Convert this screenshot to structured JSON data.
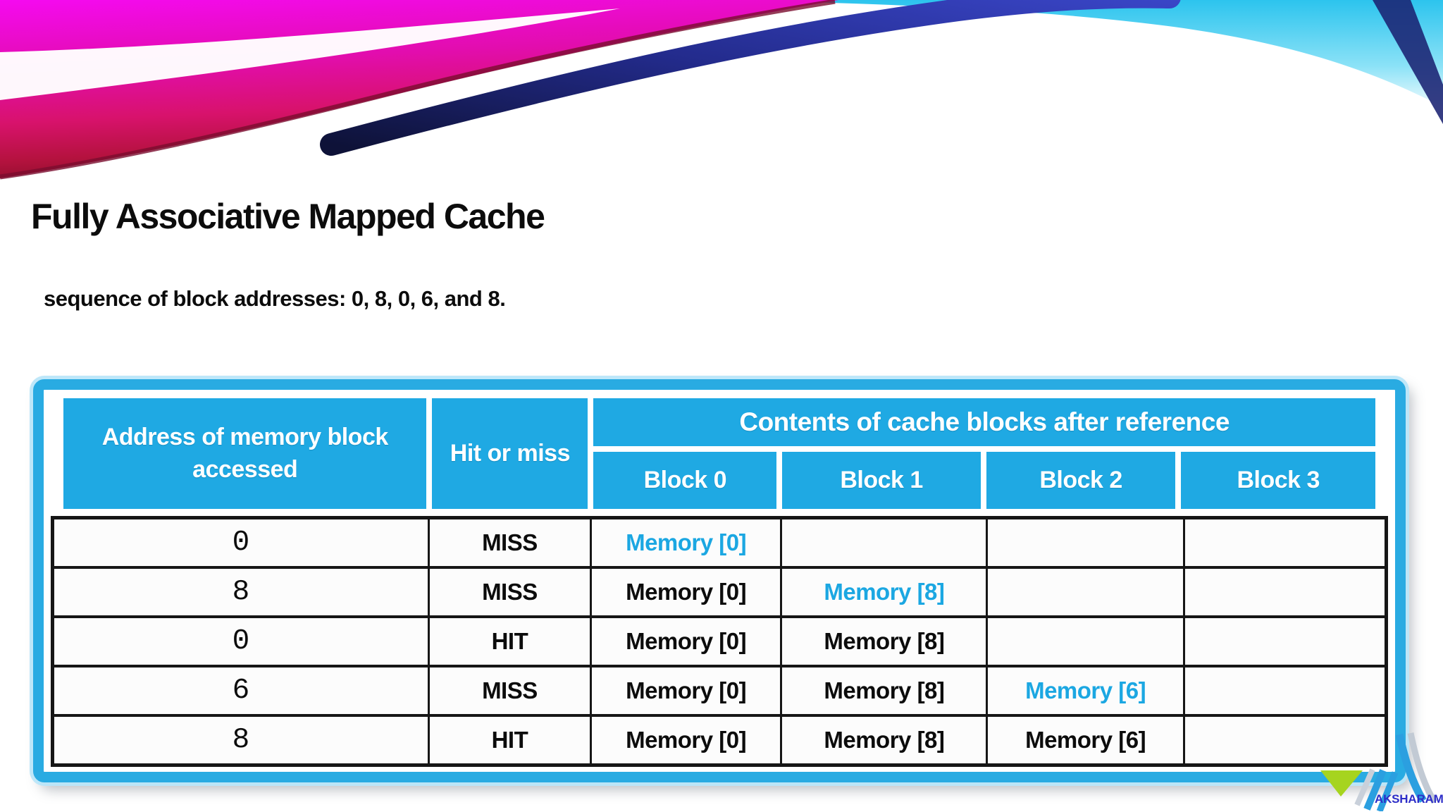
{
  "slide": {
    "title": "Fully Associative Mapped Cache",
    "subtitle": "sequence of block addresses: 0, 8, 0, 6, and 8."
  },
  "table": {
    "header": {
      "address_label": "Address of memory block accessed",
      "hit_label": "Hit or miss",
      "contents_label": "Contents of cache blocks after reference",
      "block_labels": [
        "Block 0",
        "Block 1",
        "Block 2",
        "Block 3"
      ]
    },
    "rows": [
      {
        "address": "0",
        "result": "MISS",
        "blocks": [
          {
            "text": "Memory [0]",
            "highlight": true
          },
          {
            "text": "",
            "highlight": false
          },
          {
            "text": "",
            "highlight": false
          },
          {
            "text": "",
            "highlight": false
          }
        ]
      },
      {
        "address": "8",
        "result": "MISS",
        "blocks": [
          {
            "text": "Memory [0]",
            "highlight": false
          },
          {
            "text": "Memory [8]",
            "highlight": true
          },
          {
            "text": "",
            "highlight": false
          },
          {
            "text": "",
            "highlight": false
          }
        ]
      },
      {
        "address": "0",
        "result": "HIT",
        "blocks": [
          {
            "text": "Memory [0]",
            "highlight": false
          },
          {
            "text": "Memory [8]",
            "highlight": false
          },
          {
            "text": "",
            "highlight": false
          },
          {
            "text": "",
            "highlight": false
          }
        ]
      },
      {
        "address": "6",
        "result": "MISS",
        "blocks": [
          {
            "text": "Memory [0]",
            "highlight": false
          },
          {
            "text": "Memory [8]",
            "highlight": false
          },
          {
            "text": "Memory [6]",
            "highlight": true
          },
          {
            "text": "",
            "highlight": false
          }
        ]
      },
      {
        "address": "8",
        "result": "HIT",
        "blocks": [
          {
            "text": "Memory [0]",
            "highlight": false
          },
          {
            "text": "Memory [8]",
            "highlight": false
          },
          {
            "text": "Memory [6]",
            "highlight": false
          },
          {
            "text": "",
            "highlight": false
          }
        ]
      }
    ]
  },
  "logo": {
    "text": "AKSHARAM"
  },
  "colors": {
    "table_accent": "#29ABE2",
    "header_fill": "#1FA9E3",
    "highlight_text": "#1BA7E2",
    "wave_magenta": "#F50AF0",
    "wave_navy": "#1A1464",
    "wave_cyan": "#2CC4EE",
    "logo_green": "#A6D41F",
    "logo_blue": "#2B9FE0",
    "logo_text_color": "#2D2DC8"
  }
}
